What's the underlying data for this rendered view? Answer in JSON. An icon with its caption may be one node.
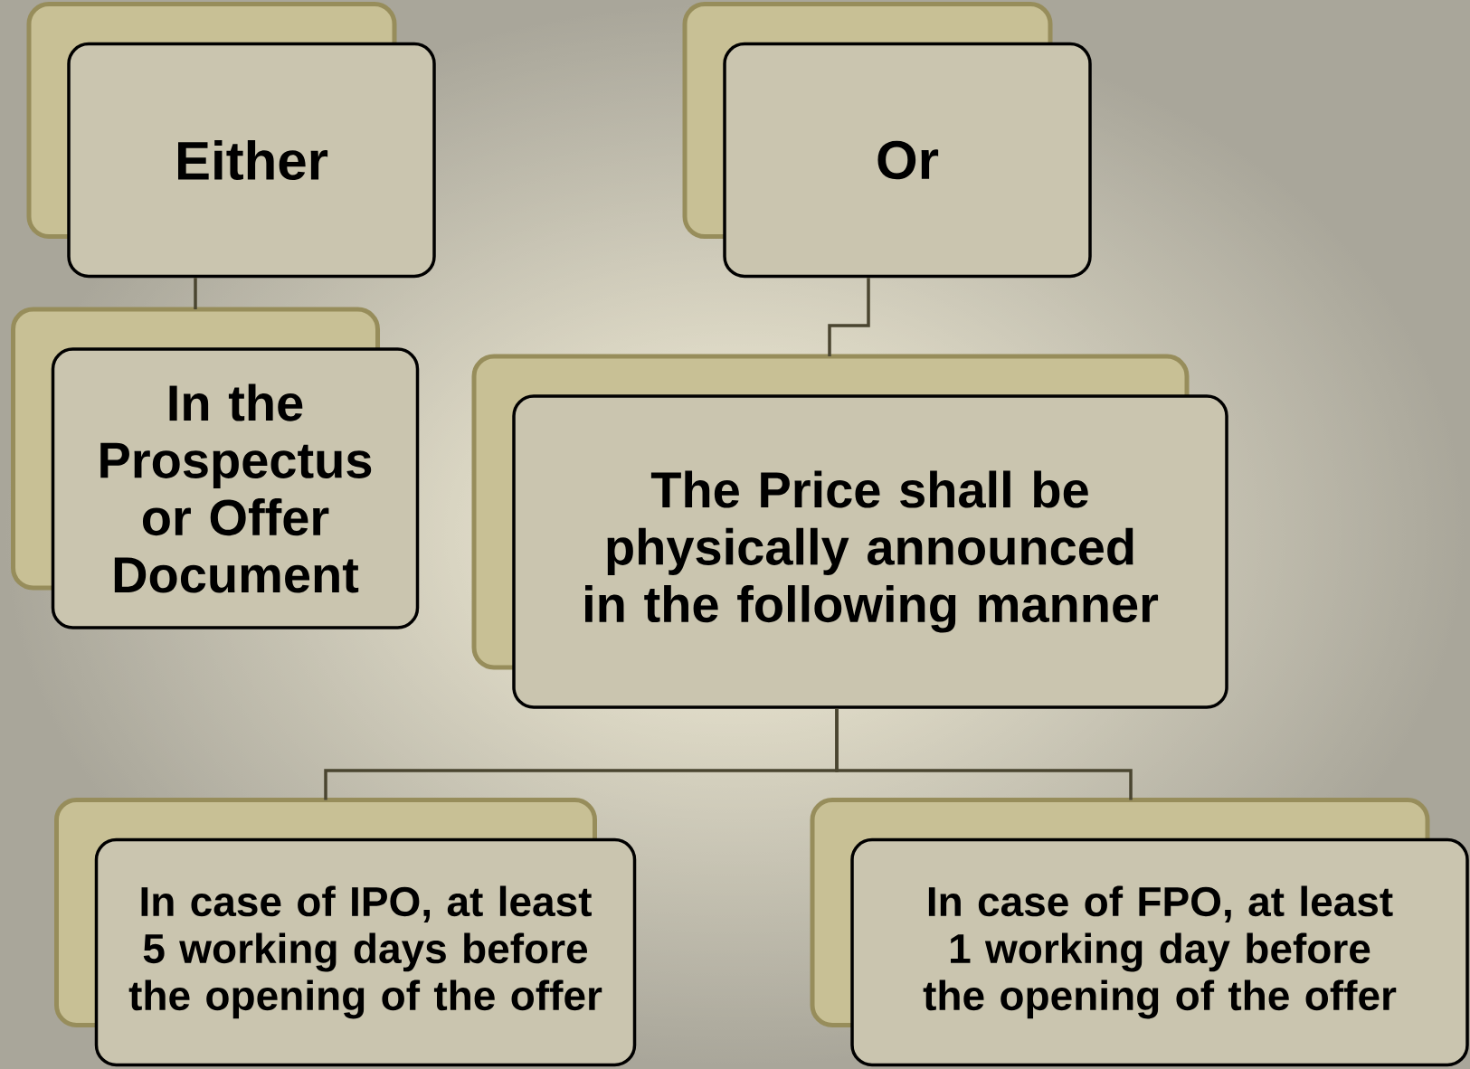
{
  "diagram": {
    "nodes": [
      {
        "text": [
          "Either"
        ]
      },
      {
        "text": [
          "In the Prospectus or Offer Document"
        ]
      },
      {
        "text": [
          "Or"
        ]
      },
      {
        "text": [
          "The Price shall be physically announced in the following manner"
        ]
      },
      {
        "text": [
          "In case of IPO, at least 5 working days before the opening of the offer"
        ]
      },
      {
        "text": [
          "In case of FPO, at least 1 working day before the opening of the offer"
        ]
      }
    ],
    "edges": [
      {
        "from": 0,
        "to": 1,
        "arrow": "none"
      },
      {
        "from": 2,
        "to": 3,
        "arrow": "none"
      },
      {
        "from": 3,
        "to": 4,
        "arrow": "none"
      },
      {
        "from": 3,
        "to": 5,
        "arrow": "none"
      }
    ]
  }
}
